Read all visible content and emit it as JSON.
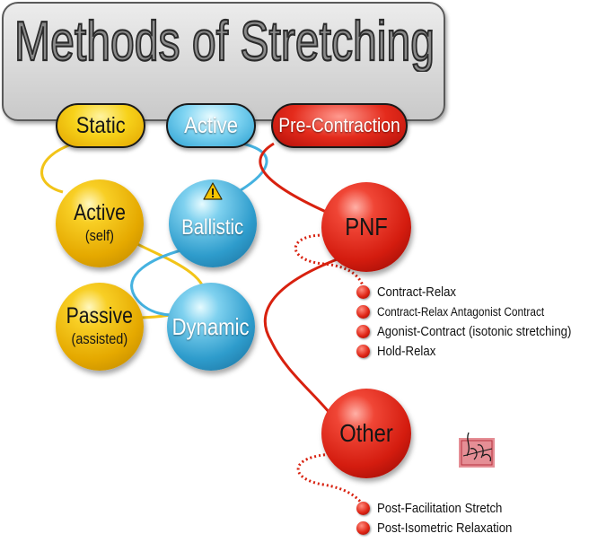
{
  "title": "Methods of Stretching",
  "categories": [
    {
      "id": "static",
      "label": "Static",
      "color": "#f2c418"
    },
    {
      "id": "active",
      "label": "Active",
      "color": "#45b2e0"
    },
    {
      "id": "pre_contraction",
      "label": "Pre-Contraction",
      "color": "#d8210f"
    }
  ],
  "static_methods": [
    {
      "label": "Active",
      "sub": "(self)"
    },
    {
      "label": "Passive",
      "sub": "(assisted)"
    }
  ],
  "active_methods": [
    {
      "label": "Ballistic",
      "icon": "warning-icon"
    },
    {
      "label": "Dynamic"
    }
  ],
  "pnf": {
    "label": "PNF",
    "items": [
      "Contract-Relax",
      "Contract-Relax Antagonist Contract",
      "Agonist-Contract (isotonic stretching)",
      "Hold-Relax"
    ]
  },
  "other": {
    "label": "Other",
    "items": [
      "Post-Facilitation Stretch",
      "Post-Isometric Relaxation"
    ]
  },
  "colors": {
    "yellow": "#f2c418",
    "blue": "#45b2e0",
    "red": "#d8210f",
    "title_gray": "#d9d9d9"
  }
}
